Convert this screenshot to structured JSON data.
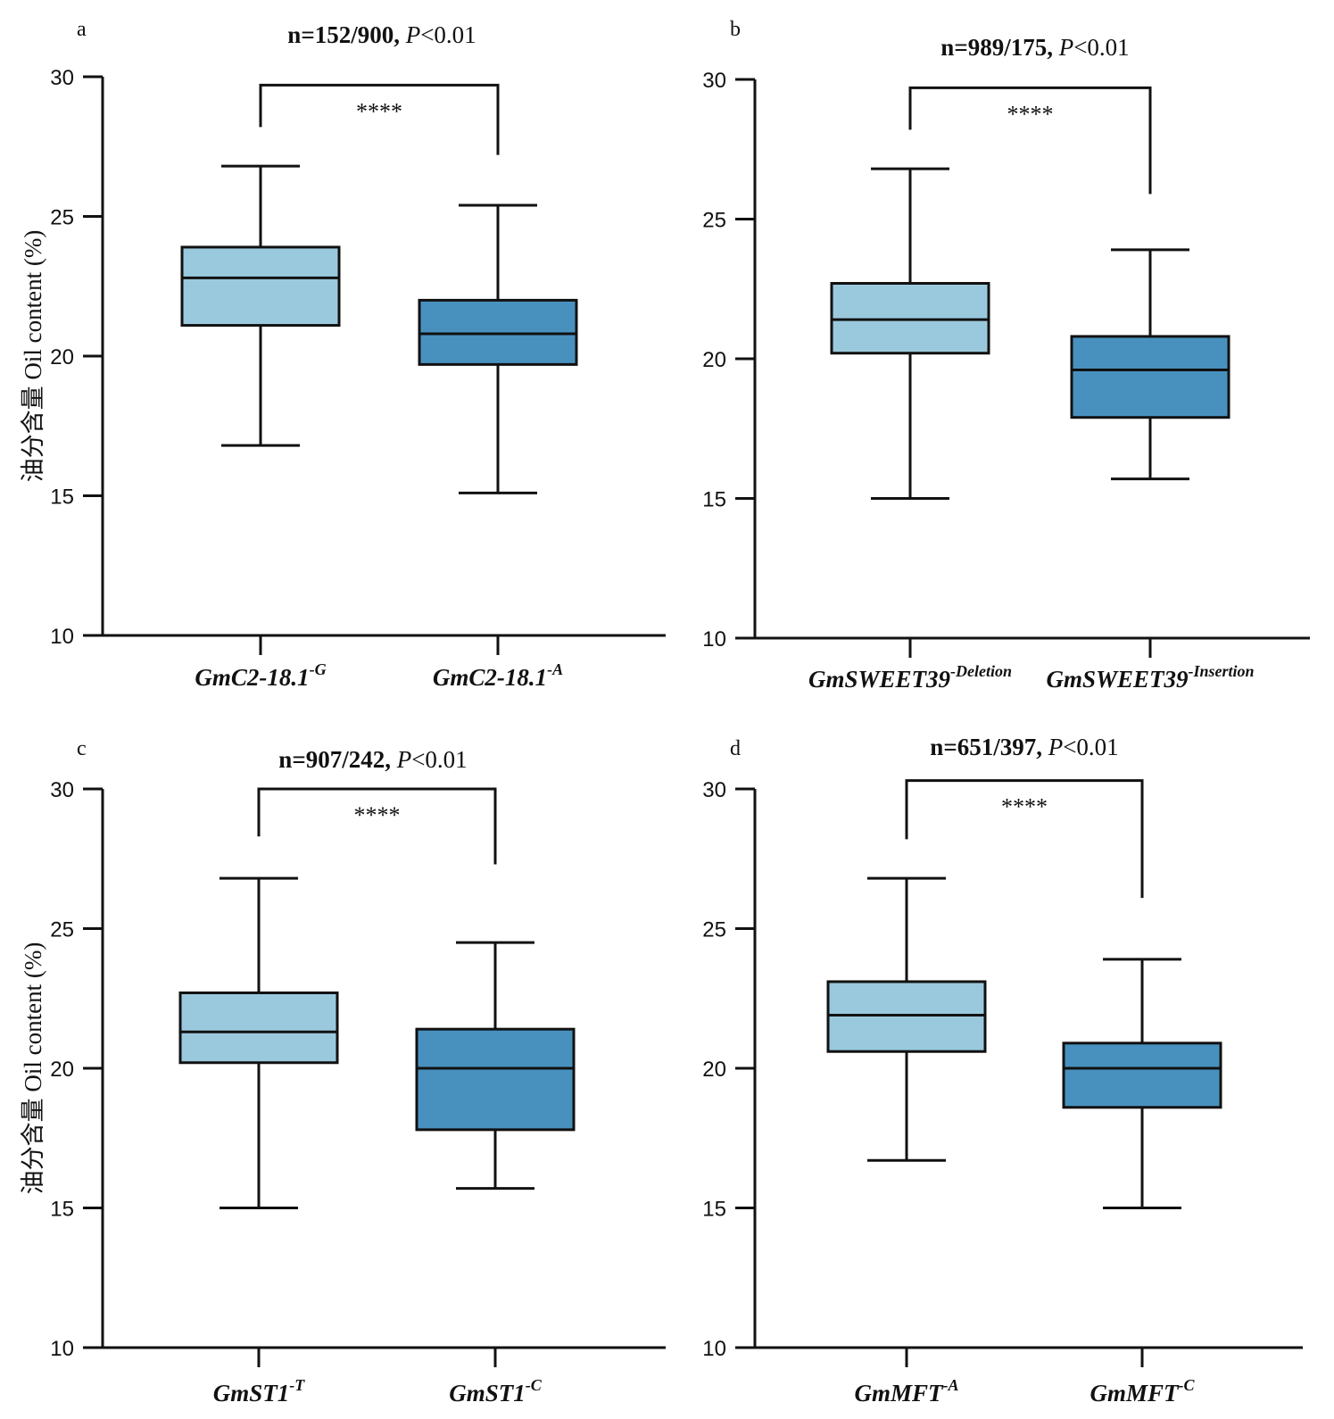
{
  "chart_data": [
    {
      "type": "box",
      "panel": "a",
      "title": {
        "n": "n=152/900,",
        "p_italic": "P",
        "p_rest": "<0.01"
      },
      "ylabel": "油分含量 Oil content (%)",
      "ylim": [
        10,
        30
      ],
      "yticks": [
        "10",
        "15",
        "20",
        "25",
        "30"
      ],
      "significance": "****",
      "bracket": {
        "top": 29.7,
        "left_end": 28.2,
        "right_end": 27.2
      },
      "categories": [
        {
          "base": "GmC2-18.1",
          "sup": "-G"
        },
        {
          "base": "GmC2-18.1",
          "sup": "-A"
        }
      ],
      "series": [
        {
          "min": 16.8,
          "q1": 21.1,
          "median": 22.8,
          "q3": 23.9,
          "max": 26.8,
          "color": "#9ac9dd"
        },
        {
          "min": 15.1,
          "q1": 19.7,
          "median": 20.8,
          "q3": 22.0,
          "max": 25.4,
          "color": "#4891bf"
        }
      ]
    },
    {
      "type": "box",
      "panel": "b",
      "title": {
        "n": "n=989/175,",
        "p_italic": "P",
        "p_rest": "<0.01"
      },
      "ylabel": "",
      "ylim": [
        10,
        30
      ],
      "yticks": [
        "10",
        "15",
        "20",
        "25",
        "30"
      ],
      "significance": "****",
      "bracket": {
        "top": 29.7,
        "left_end": 28.2,
        "right_end": 25.9
      },
      "categories": [
        {
          "base": "GmSWEET39",
          "sup": "-Deletion"
        },
        {
          "base": "GmSWEET39",
          "sup": "-Insertion"
        }
      ],
      "series": [
        {
          "min": 15.0,
          "q1": 20.2,
          "median": 21.4,
          "q3": 22.7,
          "max": 26.8,
          "color": "#9ac9dd"
        },
        {
          "min": 15.7,
          "q1": 17.9,
          "median": 19.6,
          "q3": 20.8,
          "max": 23.9,
          "color": "#4891bf"
        }
      ]
    },
    {
      "type": "box",
      "panel": "c",
      "title": {
        "n": "n=907/242,",
        "p_italic": "P",
        "p_rest": "<0.01"
      },
      "ylabel": "油分含量 Oil content (%)",
      "ylim": [
        10,
        30
      ],
      "yticks": [
        "10",
        "15",
        "20",
        "25",
        "30"
      ],
      "significance": "****",
      "bracket": {
        "top": 30.0,
        "left_end": 28.3,
        "right_end": 27.3
      },
      "categories": [
        {
          "base": "GmST1",
          "sup": "-T"
        },
        {
          "base": "GmST1",
          "sup": "-C"
        }
      ],
      "series": [
        {
          "min": 15.0,
          "q1": 20.2,
          "median": 21.3,
          "q3": 22.7,
          "max": 26.8,
          "color": "#9ac9dd"
        },
        {
          "min": 15.7,
          "q1": 17.8,
          "median": 20.0,
          "q3": 21.4,
          "max": 24.5,
          "color": "#4891bf"
        }
      ]
    },
    {
      "type": "box",
      "panel": "d",
      "title": {
        "n": "n=651/397,",
        "p_italic": "P",
        "p_rest": "<0.01"
      },
      "ylabel": "",
      "ylim": [
        10,
        30
      ],
      "yticks": [
        "10",
        "15",
        "20",
        "25",
        "30"
      ],
      "significance": "****",
      "bracket": {
        "top": 30.3,
        "left_end": 28.2,
        "right_end": 26.1
      },
      "categories": [
        {
          "base": "GmMFT",
          "sup": "-A"
        },
        {
          "base": "GmMFT",
          "sup": "-C"
        }
      ],
      "series": [
        {
          "min": 16.7,
          "q1": 20.6,
          "median": 21.9,
          "q3": 23.1,
          "max": 26.8,
          "color": "#9ac9dd"
        },
        {
          "min": 15.0,
          "q1": 18.6,
          "median": 20.0,
          "q3": 20.9,
          "max": 23.9,
          "color": "#4891bf"
        }
      ]
    }
  ]
}
